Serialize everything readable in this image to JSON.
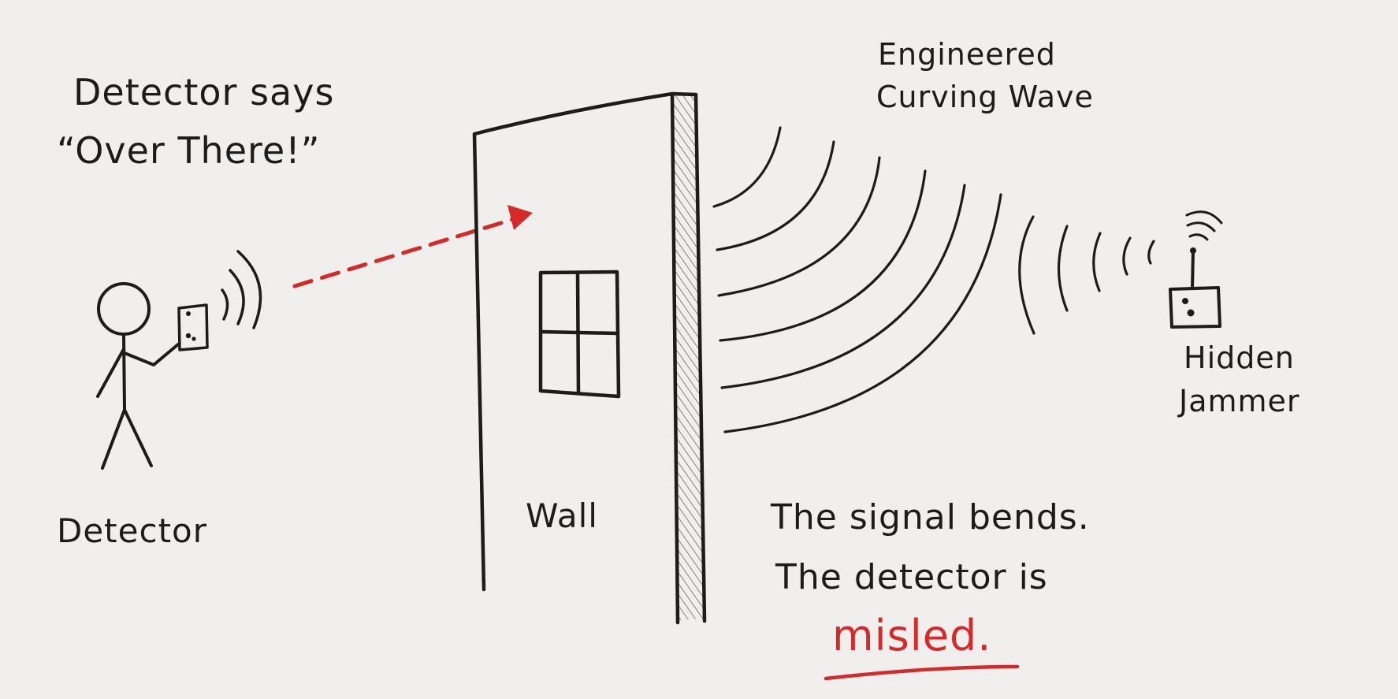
{
  "labels": {
    "detector_says_line1": "Detector says",
    "detector_says_line2": "“Over There!”",
    "detector": "Detector",
    "wall": "Wall",
    "wave_line1": "Engineered",
    "wave_line2": "Curving Wave",
    "jammer_line1": "Hidden",
    "jammer_line2": "Jammer",
    "caption_line1": "The signal bends.",
    "caption_line2": "The detector is",
    "caption_emphasis": "misled."
  },
  "colors": {
    "ink": "#1c1c1c",
    "accent_red": "#d42a2a",
    "paper": "#f0efed"
  }
}
